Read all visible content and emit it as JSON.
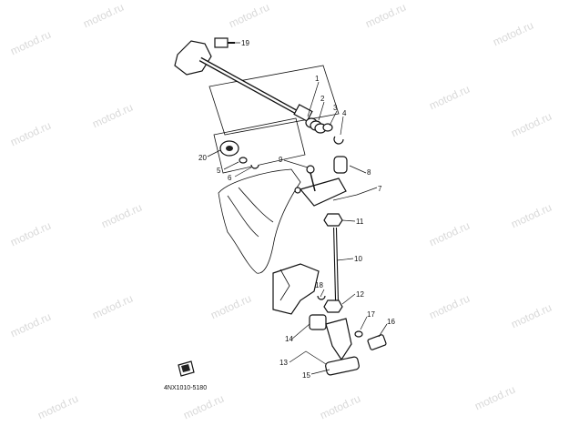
{
  "watermark": "motod.ru",
  "diagram_code": "4NX1010-5180",
  "callouts": {
    "c1": "1",
    "c2": "2",
    "c3": "3",
    "c4": "4",
    "c5": "5",
    "c6": "6",
    "c7": "7",
    "c8": "8",
    "c9": "9",
    "c10": "10",
    "c11": "11",
    "c12": "12",
    "c13": "13",
    "c14": "14",
    "c15": "15",
    "c16": "16",
    "c17": "17",
    "c18": "18",
    "c19": "19",
    "c20": "20"
  }
}
